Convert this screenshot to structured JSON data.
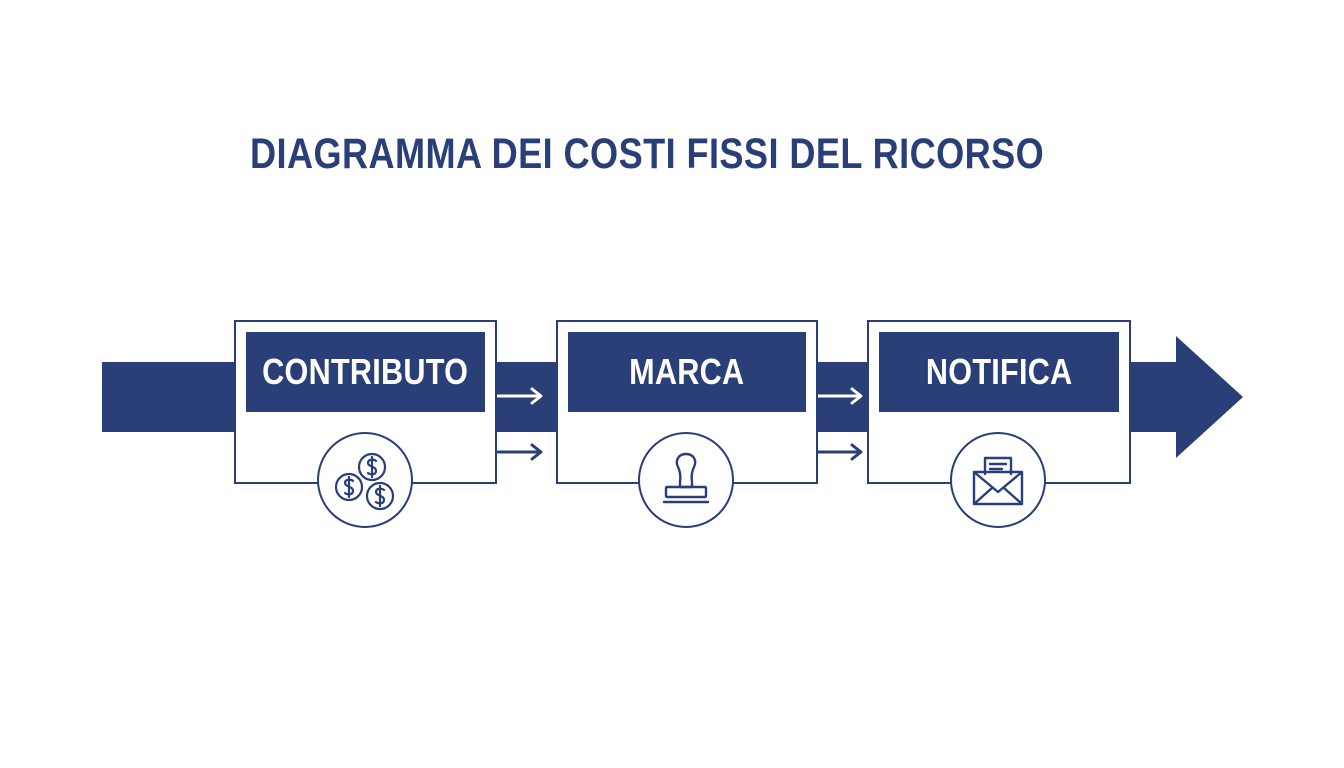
{
  "title": "DIAGRAMMA DEI COSTI FISSI DEL RICORSO",
  "colors": {
    "primary": "#2a3f78",
    "background": "#ffffff"
  },
  "steps": [
    {
      "label": "CONTRIBUTO",
      "icon": "coins-dollar-icon"
    },
    {
      "label": "MARCA",
      "icon": "stamp-icon"
    },
    {
      "label": "NOTIFICA",
      "icon": "envelope-letter-icon"
    }
  ]
}
